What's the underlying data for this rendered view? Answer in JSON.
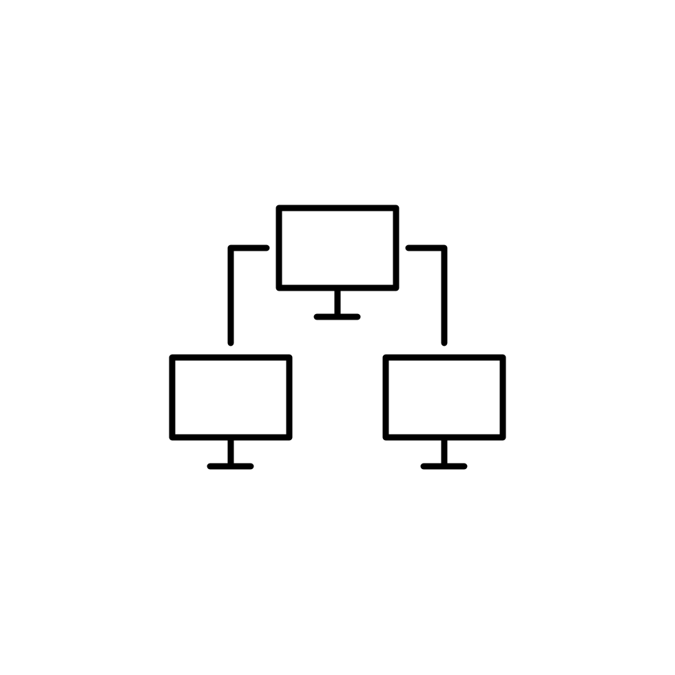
{
  "icon": {
    "name": "computer-network-icon",
    "style": "outline",
    "stroke_color": "#000000",
    "background_color": "#ffffff",
    "parts": {
      "top_monitor": "monitor-icon",
      "bottom_left_monitor": "monitor-icon",
      "bottom_right_monitor": "monitor-icon",
      "left_connector": "connector-line",
      "right_connector": "connector-line"
    }
  }
}
